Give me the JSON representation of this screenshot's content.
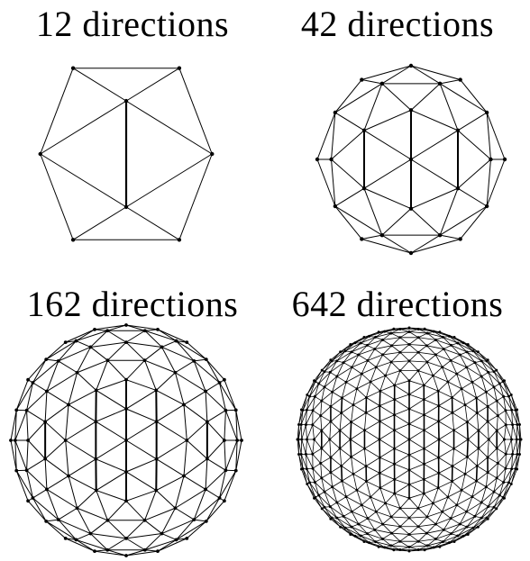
{
  "figure": {
    "panels": [
      {
        "label": "12 directions",
        "vertices": 12
      },
      {
        "label": "42 directions",
        "vertices": 42
      },
      {
        "label": "162 directions",
        "vertices": 162
      },
      {
        "label": "642 directions",
        "vertices": 642
      }
    ],
    "colors": {
      "background": "#ffffff",
      "edge": "#000000"
    }
  }
}
